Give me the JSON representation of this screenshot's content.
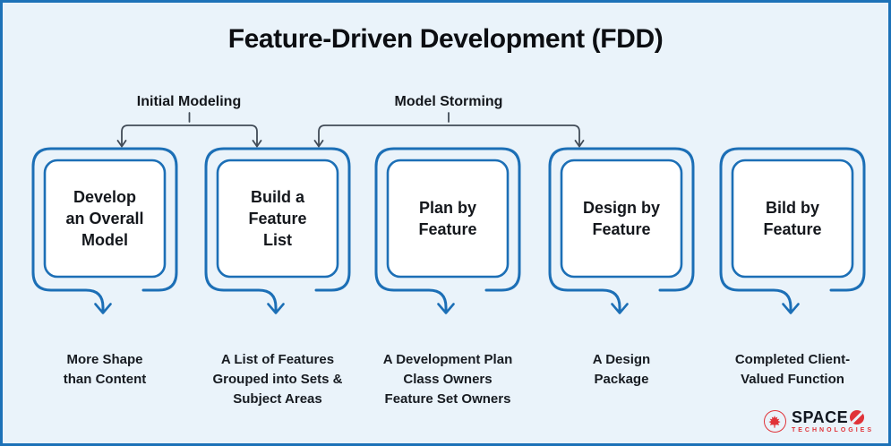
{
  "title": "Feature-Driven Development (FDD)",
  "phases": [
    {
      "label": "Initial Modeling"
    },
    {
      "label": "Model Storming"
    }
  ],
  "stages": [
    {
      "label": "Develop\nan Overall\nModel",
      "caption": "More Shape\nthan Content"
    },
    {
      "label": "Build a\nFeature\nList",
      "caption": "A List of Features\nGrouped into Sets &\nSubject Areas"
    },
    {
      "label": "Plan by\nFeature",
      "caption": "A Development Plan\nClass Owners\nFeature Set Owners"
    },
    {
      "label": "Design by\nFeature",
      "caption": "A Design\nPackage"
    },
    {
      "label": "Bild by\nFeature",
      "caption": "Completed Client-\nValued Function"
    }
  ],
  "logo": {
    "brand": "SPACE",
    "tagline": "TECHNOLOGIES",
    "icons": [
      "maple-leaf-icon",
      "slashed-o-icon"
    ]
  },
  "colors": {
    "background": "#EAF3FA",
    "canvas_border": "#1D72B8",
    "box_stroke": "#1C6FB6",
    "box_fill": "#FFFFFF",
    "connector_gray": "#414B57",
    "text_dark": "#121418",
    "logo_red": "#E03238"
  }
}
